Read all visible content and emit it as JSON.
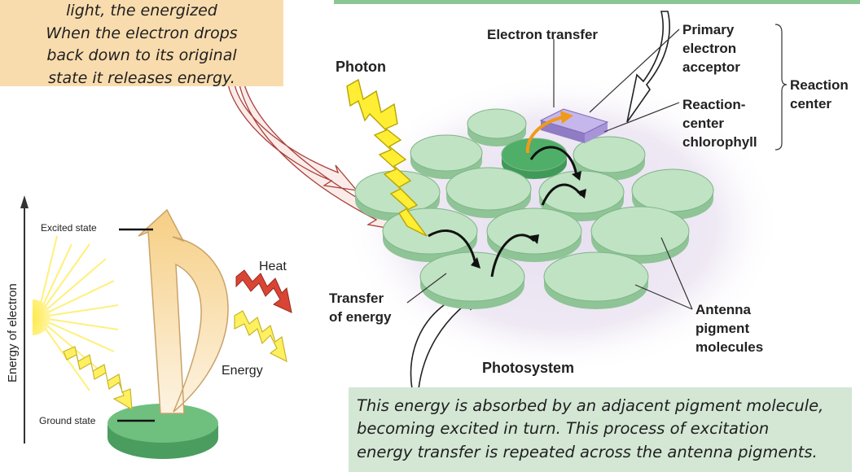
{
  "top_callout": {
    "lines": [
      "light, the energized",
      "When the electron drops",
      "back down to its original",
      "state it releases energy."
    ]
  },
  "bottom_callout": {
    "lines": [
      "This energy is absorbed by an adjacent pigment molecule,",
      "becoming excited in turn. This process of excitation",
      "energy transfer is repeated across the antenna pigments."
    ]
  },
  "energy_diagram": {
    "axis_label": "Energy of electron",
    "excited_state": "Excited state",
    "ground_state": "Ground state",
    "heat": "Heat",
    "energy": "Energy"
  },
  "photosystem": {
    "photon": "Photon",
    "electron_transfer": "Electron transfer",
    "primary_acceptor": [
      "Primary",
      "electron",
      "acceptor"
    ],
    "reaction_center_chlorophyll": [
      "Reaction-",
      "center",
      "chlorophyll"
    ],
    "reaction_center": [
      "Reaction",
      "center"
    ],
    "transfer_of_energy": [
      "Transfer",
      "of energy"
    ],
    "antenna": [
      "Antenna",
      "pigment",
      "molecules"
    ],
    "title": "Photosystem"
  },
  "colors": {
    "disk_fill": "#bfe3c3",
    "disk_side": "#8fc496",
    "reaction_disk": "#4fae68",
    "acceptor": "#b7a6e0",
    "photon": "#ffee33",
    "heat": "#d94535",
    "callout_top": "#f9dcae",
    "callout_bottom": "#d3e7d4"
  }
}
